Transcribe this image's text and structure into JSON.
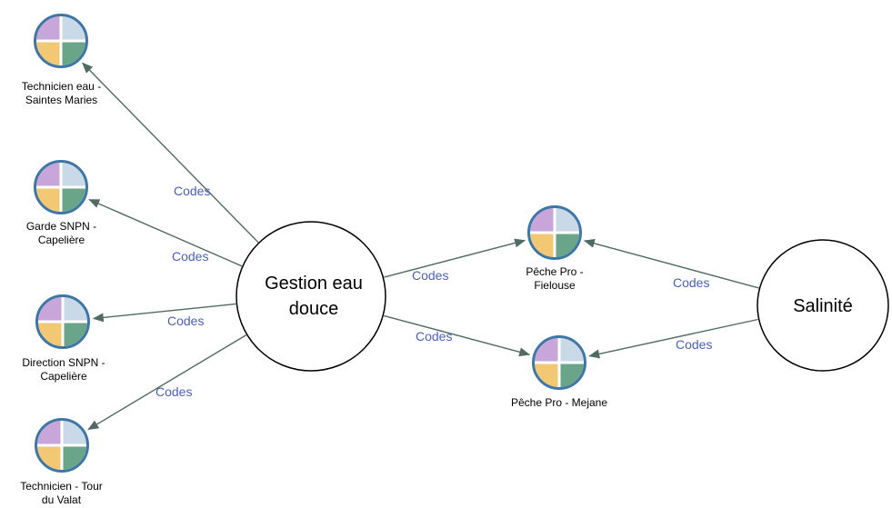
{
  "colors": {
    "arrow": "#4f6b64",
    "edge_label": "#4a5fc1",
    "icon_purple": "#c9a6da",
    "icon_lightblue": "#c9d9e7",
    "icon_yellow": "#f2c874",
    "icon_green": "#6aa589",
    "icon_ring": "#3e76a6"
  },
  "nodes": {
    "technicien_eau": {
      "label_line1": "Technicien eau -",
      "label_line2": "Saintes Maries",
      "icon": "person-quadrant-icon"
    },
    "garde_snpn": {
      "label_line1": "Garde SNPN -",
      "label_line2": "Capelière",
      "icon": "person-quadrant-icon"
    },
    "direction_snpn": {
      "label_line1": "Direction SNPN -",
      "label_line2": "Capelière",
      "icon": "person-quadrant-icon"
    },
    "technicien_tour": {
      "label_line1": "Technicien - Tour",
      "label_line2": "du Valat",
      "icon": "person-quadrant-icon"
    },
    "peche_fielouse": {
      "label_line1": "Pêche Pro -",
      "label_line2": "Fielouse",
      "icon": "person-quadrant-icon"
    },
    "peche_mejane": {
      "label_line1": "Pêche Pro - Mejane",
      "icon": "person-quadrant-icon"
    },
    "gestion_eau_douce": {
      "label_line1": "Gestion eau",
      "label_line2": "douce"
    },
    "salinite": {
      "label_line1": "Salinité"
    }
  },
  "edges": [
    {
      "from": "gestion_eau_douce",
      "to": "technicien_eau",
      "label": "Codes"
    },
    {
      "from": "gestion_eau_douce",
      "to": "garde_snpn",
      "label": "Codes"
    },
    {
      "from": "gestion_eau_douce",
      "to": "direction_snpn",
      "label": "Codes"
    },
    {
      "from": "gestion_eau_douce",
      "to": "technicien_tour",
      "label": "Codes"
    },
    {
      "from": "gestion_eau_douce",
      "to": "peche_fielouse",
      "label": "Codes"
    },
    {
      "from": "gestion_eau_douce",
      "to": "peche_mejane",
      "label": "Codes"
    },
    {
      "from": "salinite",
      "to": "peche_fielouse",
      "label": "Codes"
    },
    {
      "from": "salinite",
      "to": "peche_mejane",
      "label": "Codes"
    }
  ]
}
